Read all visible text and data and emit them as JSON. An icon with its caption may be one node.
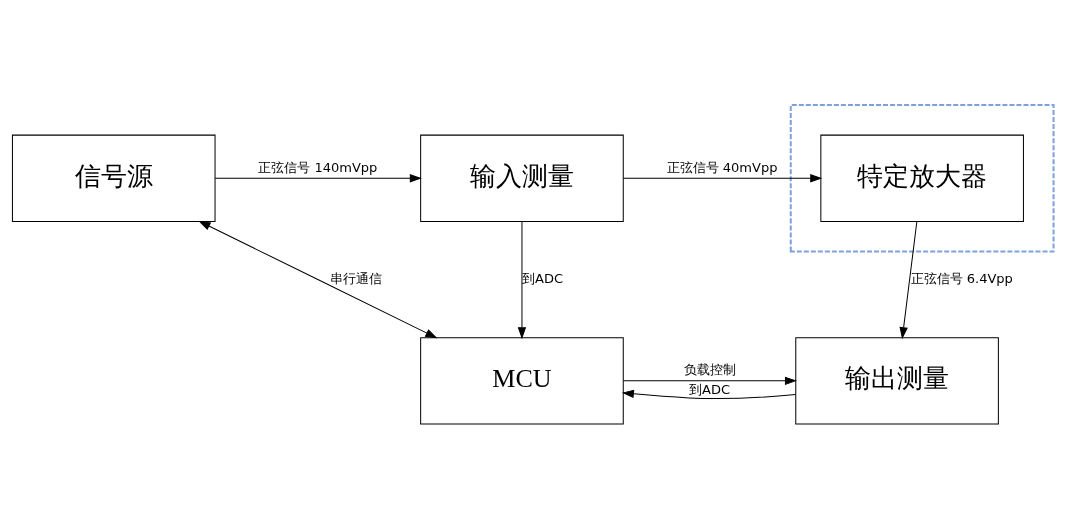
{
  "diagram": {
    "nodes": [
      {
        "text": [
          "信号源"
        ]
      },
      {
        "text": [
          "输入测量"
        ]
      },
      {
        "text": [],
        "shape": "box"
      },
      {
        "text": [
          "特定放大器"
        ],
        "in": 2
      },
      {
        "text": [
          "MCU"
        ]
      },
      {
        "text": [
          "输出测量"
        ]
      }
    ],
    "edges": [
      {
        "from": 0,
        "to": 1,
        "arrow": "to",
        "label": "正弦信号 140mVpp"
      },
      {
        "from": 1,
        "to": 3,
        "arrow": "to",
        "label": "正弦信号 40mVpp"
      },
      {
        "from": 1,
        "to": 4,
        "arrow": "to",
        "label": "到ADC"
      },
      {
        "from": 3,
        "to": 5,
        "arrow": "to",
        "label": "正弦信号 6.4Vpp"
      },
      {
        "from": 4,
        "to": 0,
        "arrow": "both",
        "label": "串行通信"
      },
      {
        "from": 4,
        "to": 5,
        "arrow": "to",
        "label": "负载控制"
      },
      {
        "from": 5,
        "to": 4,
        "arrow": "to",
        "label": "到ADC"
      }
    ]
  }
}
